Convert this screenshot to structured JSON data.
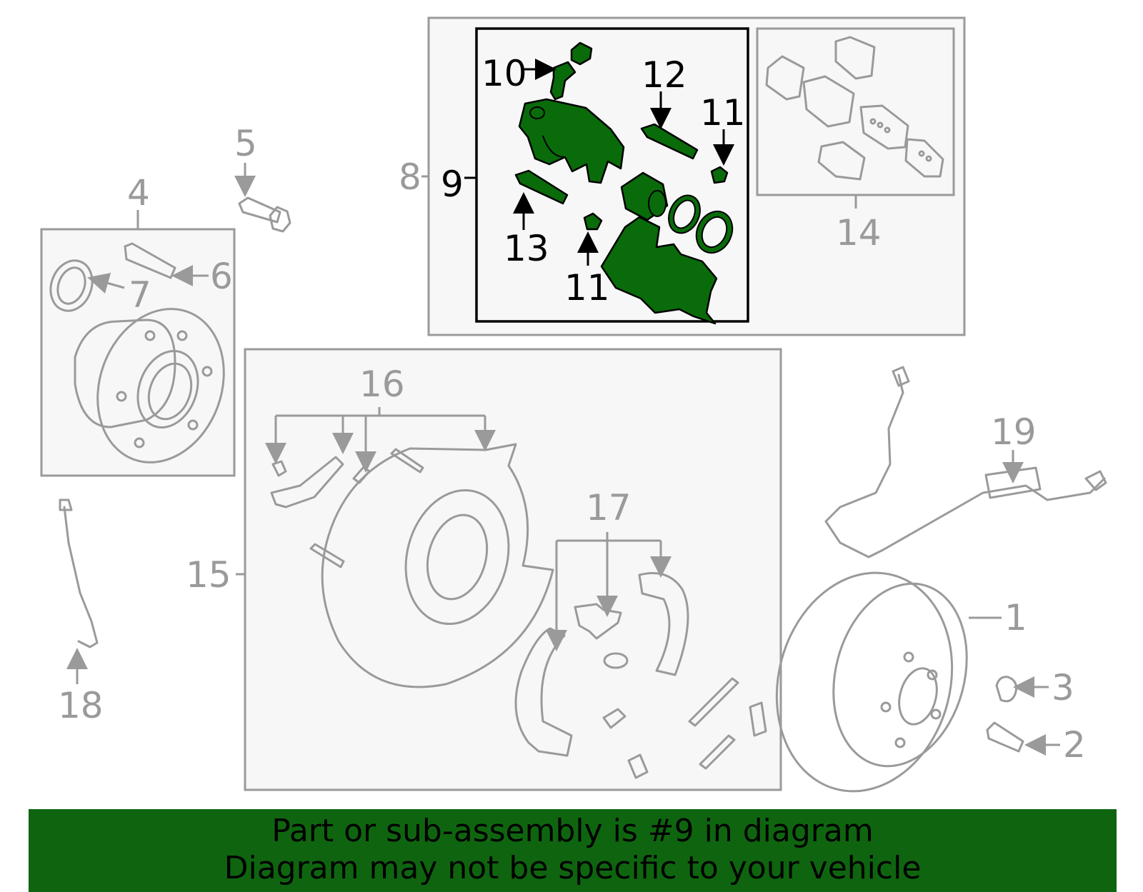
{
  "labels": {
    "p1": "1",
    "p2": "2",
    "p3": "3",
    "p4": "4",
    "p5": "5",
    "p6": "6",
    "p7": "7",
    "p8": "8",
    "p9": "9",
    "p10": "10",
    "p11a": "11",
    "p11b": "11",
    "p12": "12",
    "p13": "13",
    "p14": "14",
    "p15": "15",
    "p16": "16",
    "p17": "17",
    "p18": "18",
    "p19": "19"
  },
  "footer": {
    "line1": "Part or sub-assembly is #9 in diagram",
    "line2": "Diagram may not be specific to your vehicle"
  },
  "colors": {
    "highlight": "#0a6b0a",
    "footer_bg": "#0f650f",
    "callout_gray": "#9a9a9a",
    "panel_bg": "#f7f7f7"
  }
}
